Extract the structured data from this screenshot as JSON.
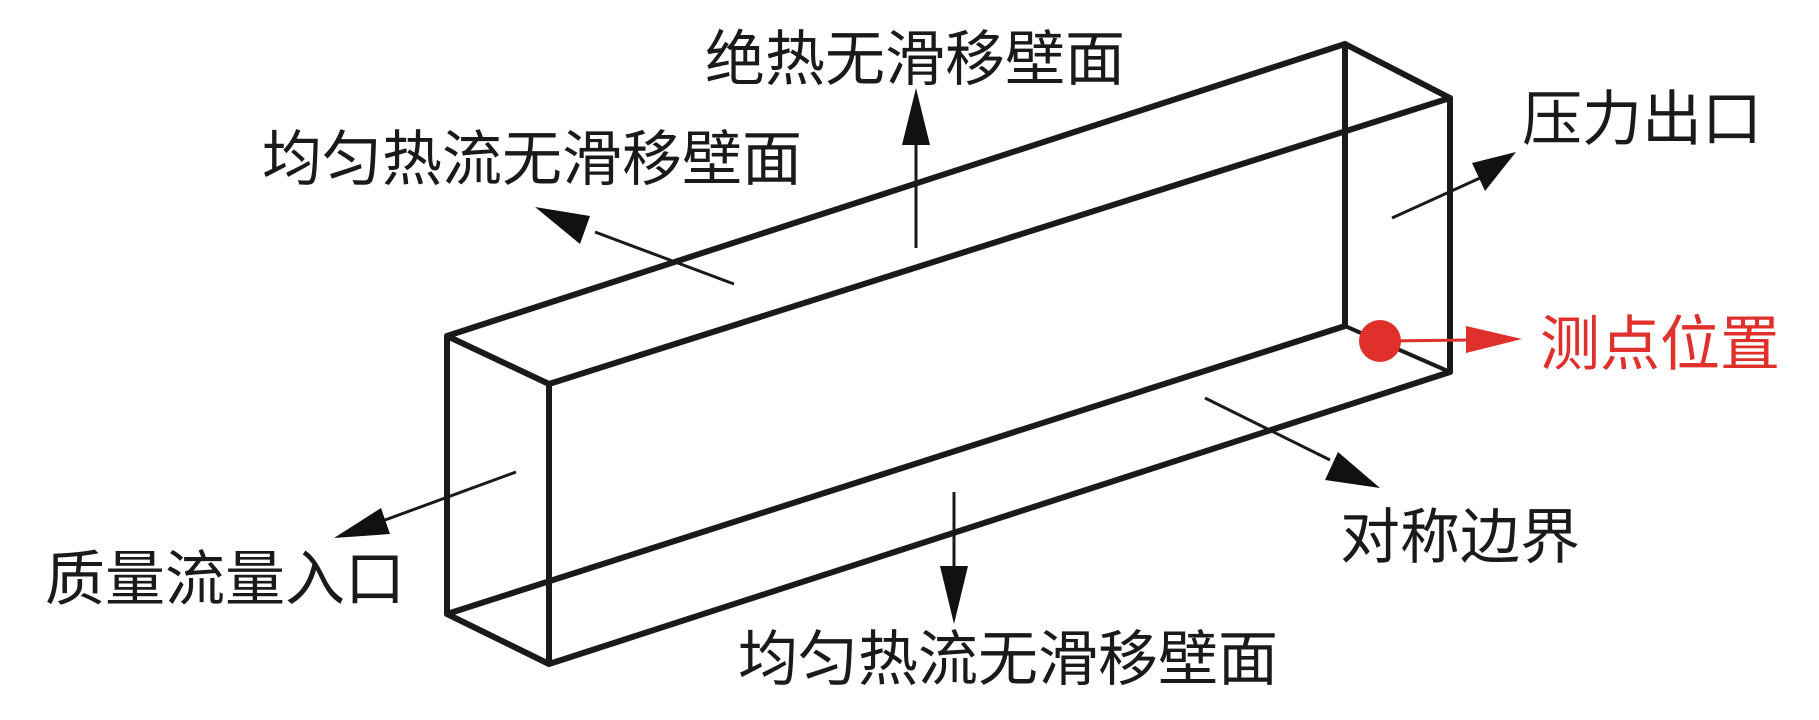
{
  "labels": {
    "top_wall": "绝热无滑移壁面",
    "side_wall_upper": "均匀热流无滑移壁面",
    "pressure_outlet": "压力出口",
    "measurement_point": "测点位置",
    "symmetry_boundary": "对称边界",
    "mass_flow_inlet": "质量流量入口",
    "bottom_wall": "均匀热流无滑移壁面"
  },
  "colors": {
    "line": "#1a1a1a",
    "marker": "#e0302b",
    "highlight_text": "#e0302b"
  }
}
